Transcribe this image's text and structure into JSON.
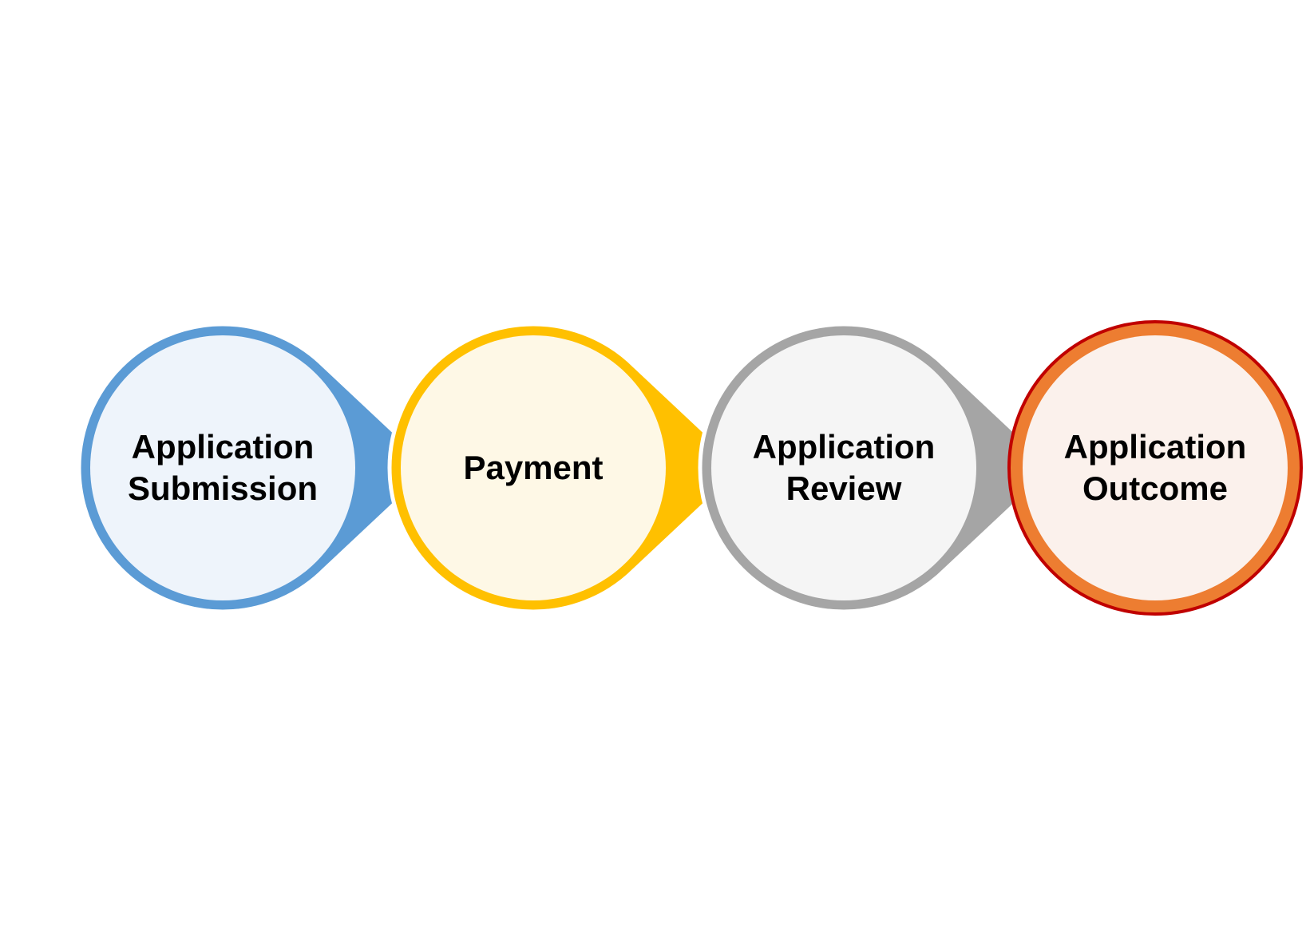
{
  "steps": [
    {
      "lines": [
        "Application",
        "Submission"
      ],
      "border_color": "#5b9bd5",
      "fill_color": "#eef4fb",
      "has_pointer": true
    },
    {
      "lines": [
        "Payment"
      ],
      "border_color": "#ffc000",
      "fill_color": "#fef8e6",
      "has_pointer": true
    },
    {
      "lines": [
        "Application",
        "Review"
      ],
      "border_color": "#a5a5a5",
      "fill_color": "#f5f5f5",
      "has_pointer": true
    },
    {
      "lines": [
        "Application",
        "Outcome"
      ],
      "border_color": "#ed7d31",
      "outline_color": "#c00000",
      "fill_color": "#fbf1ec",
      "has_pointer": false
    }
  ]
}
